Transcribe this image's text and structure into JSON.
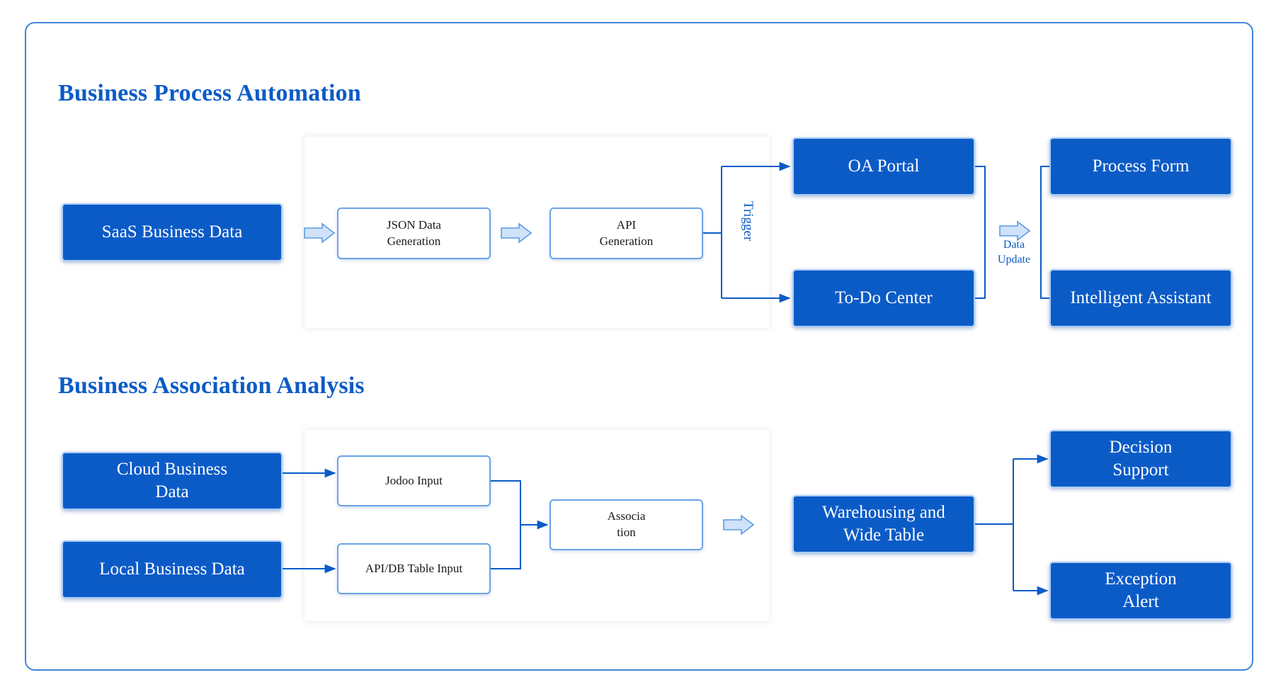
{
  "sections": {
    "process": {
      "title": "Business Process Automation",
      "source": "SaaS Business Data",
      "steps": {
        "json": [
          "JSON Data",
          "Generation"
        ],
        "api": [
          "API",
          "Generation"
        ]
      },
      "trigger_label": "Trigger",
      "targets": {
        "oa_portal": "OA Portal",
        "todo_center": "To-Do Center"
      },
      "data_update_label": [
        "Data",
        "Update"
      ],
      "outputs": {
        "process_form": "Process Form",
        "intelligent_assistant": "Intelligent Assistant"
      }
    },
    "analysis": {
      "title": "Business Association Analysis",
      "sources": {
        "cloud": [
          "Cloud Business",
          "Data"
        ],
        "local": "Local Business Data"
      },
      "inputs": {
        "jodoo": "Jodoo Input",
        "api_db": "API/DB Table Input"
      },
      "association": [
        "Associa",
        "tion"
      ],
      "warehouse": [
        "Warehousing and",
        "Wide Table"
      ],
      "outputs": {
        "decision": [
          "Decision",
          "Support"
        ],
        "exception": [
          "Exception",
          "Alert"
        ]
      }
    }
  },
  "colors": {
    "primary": "#0b5bc7",
    "border_light": "#a9cdf6",
    "frame": "#3f86d6",
    "arrow_fill": "#cfe2fa"
  }
}
